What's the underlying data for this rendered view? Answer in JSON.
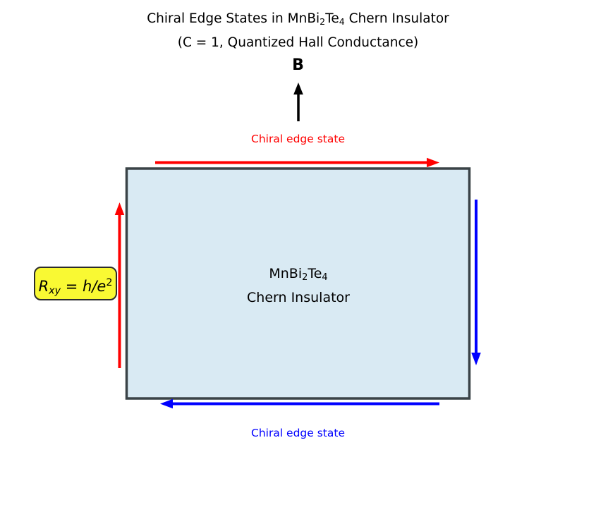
{
  "colors": {
    "red": "#ff0000",
    "blue": "#0000ff",
    "black": "#000000",
    "sample-fill": "#d9eaf3",
    "sample-border": "#3a4347",
    "formula-bg": "#f9f933",
    "formula-border": "#2b2b2b"
  },
  "title": {
    "line1": {
      "pre": "Chiral Edge States in MnBi",
      "sub1": "2",
      "mid": "Te",
      "sub2": "4",
      "post": " Chern Insulator"
    },
    "line2": "(C = 1, Quantized Hall Conductance)"
  },
  "magnetic_field": {
    "label": "B"
  },
  "top_edge": {
    "label": "Chiral edge state"
  },
  "bottom_edge": {
    "label": "Chiral edge state"
  },
  "sample": {
    "line1": {
      "pre": "MnBi",
      "sub1": "2",
      "mid": "Te",
      "sub2": "4"
    },
    "line2": "Chern Insulator"
  },
  "formula": {
    "r": "R",
    "r_sub": "xy",
    "equals": " = ",
    "he": "h/e",
    "exp": "2"
  }
}
